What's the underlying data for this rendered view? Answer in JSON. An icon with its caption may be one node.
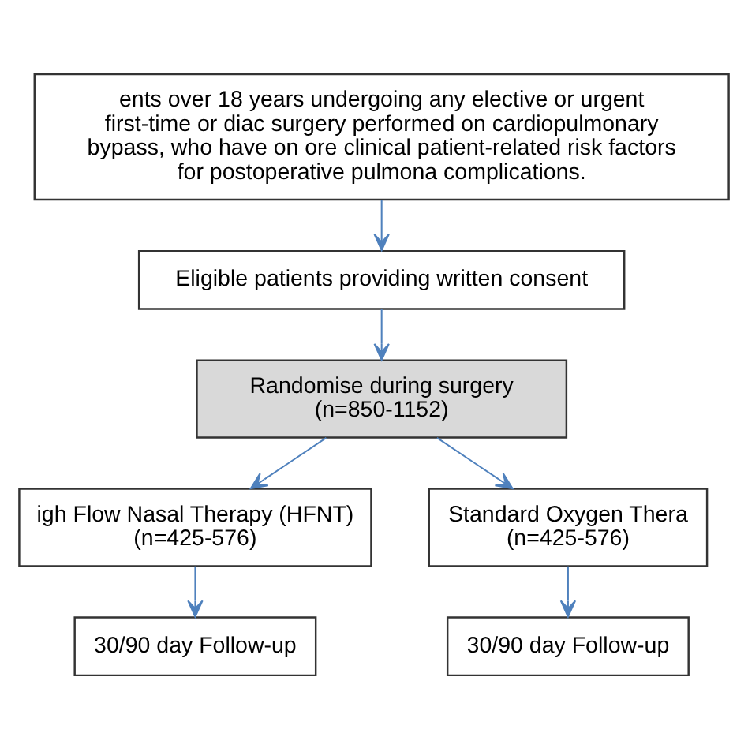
{
  "diagram": {
    "nodes": [
      {
        "text": [
          "ents over 18 years undergoing any elective or urgent first-time or diac surgery performed on cardiopulmonary bypass, who have on ore clinical patient-related risk factors for postoperative pulmona complications."
        ]
      },
      {
        "text": [
          "Eligible patients providing written consent"
        ]
      },
      {
        "text": [
          "Randomise during surgery",
          "(n=850-1152)"
        ]
      },
      {
        "text": [
          "igh Flow Nasal Therapy (HFNT)",
          "(n=425-576)"
        ]
      },
      {
        "text": [
          "Standard Oxygen Thera",
          "(n=425-576)"
        ]
      },
      {
        "text": [
          "30/90 day Follow-up"
        ]
      },
      {
        "text": [
          "30/90 day Follow-up"
        ]
      }
    ],
    "edges": [
      {
        "from": 0,
        "to": 1,
        "arrow": "to"
      },
      {
        "from": 1,
        "to": 2,
        "arrow": "to"
      },
      {
        "from": 2,
        "to": 3,
        "arrow": "to"
      },
      {
        "from": 2,
        "to": 4,
        "arrow": "to"
      },
      {
        "from": 3,
        "to": 5,
        "arrow": "to"
      },
      {
        "from": 4,
        "to": 6,
        "arrow": "to"
      }
    ]
  }
}
